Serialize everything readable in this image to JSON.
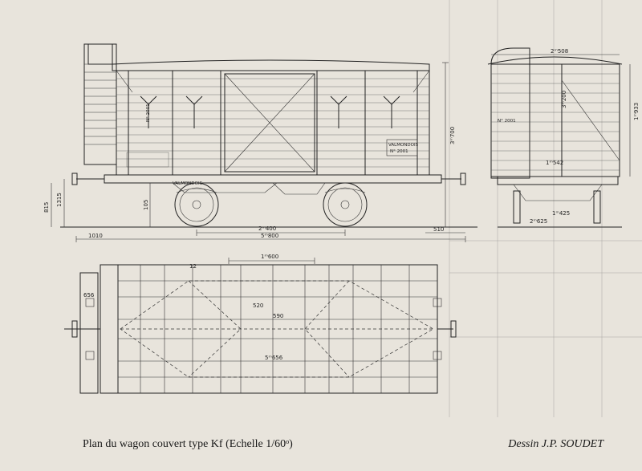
{
  "caption": {
    "title": "Plan du wagon couvert type Kf (Echelle 1/60ᵒ)",
    "author": "Dessin J.P. SOUDET"
  },
  "side_view": {
    "dims": {
      "d_2400": "2400",
      "d_5800": "5800",
      "d_2400_w": "2ᵐ400",
      "d_5800_w": "5ᵐ800",
      "d_3700": "3ᵐ700",
      "d_1010": "1010",
      "d_510": "510",
      "d_105": "105",
      "d_815": "815",
      "d_1315": "1315"
    },
    "markings": {
      "number": "N° 2001",
      "depot": "VALMONDOIS",
      "plate": "VALMONDOIS",
      "plate_no": "N° 2001"
    }
  },
  "end_view": {
    "dims": {
      "d_2508": "2ᵐ508",
      "d_3200": "3ᵐ200",
      "d_1933": "1ᵐ933",
      "d_1542": "1ᵐ542",
      "d_2625": "2ᵐ625",
      "d_1425": "1ᵐ425"
    },
    "number": "N° 2001"
  },
  "plan_view": {
    "dims": {
      "d_1600": "1ᵐ600",
      "d_5656": "5ᵐ656",
      "d_590": "590",
      "d_520": "520",
      "d_656": "656",
      "d_12": "12"
    }
  }
}
